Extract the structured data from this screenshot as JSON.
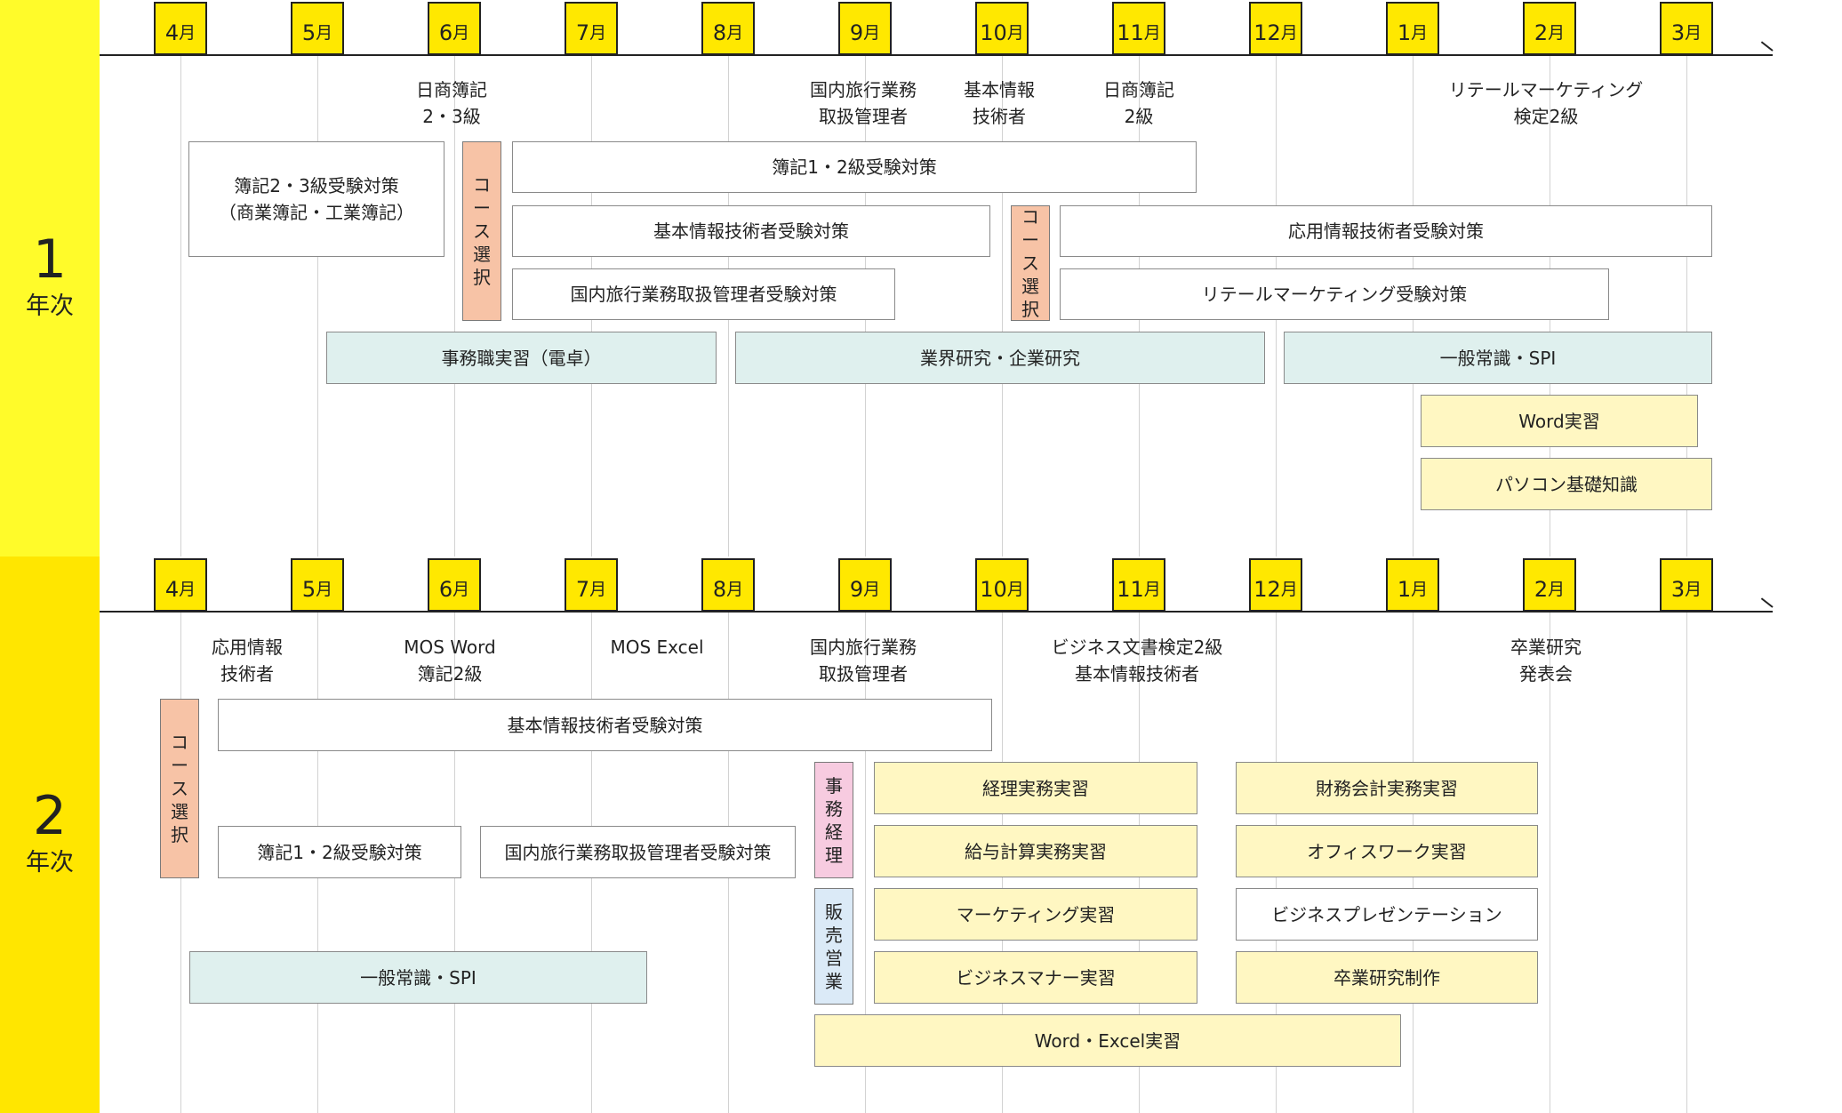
{
  "years": [
    {
      "number": "1",
      "label": "年次"
    },
    {
      "number": "2",
      "label": "年次"
    }
  ],
  "months": [
    {
      "num": "4",
      "suffix": "月"
    },
    {
      "num": "5",
      "suffix": "月"
    },
    {
      "num": "6",
      "suffix": "月"
    },
    {
      "num": "7",
      "suffix": "月"
    },
    {
      "num": "8",
      "suffix": "月"
    },
    {
      "num": "9",
      "suffix": "月"
    },
    {
      "num": "10",
      "suffix": "月"
    },
    {
      "num": "11",
      "suffix": "月"
    },
    {
      "num": "12",
      "suffix": "月"
    },
    {
      "num": "1",
      "suffix": "月"
    },
    {
      "num": "2",
      "suffix": "月"
    },
    {
      "num": "3",
      "suffix": "月"
    }
  ],
  "year1": {
    "exams": [
      [
        "日商簿記",
        "2・3級"
      ],
      [
        "国内旅行業務",
        "取扱管理者"
      ],
      [
        "基本情報",
        "技術者"
      ],
      [
        "日商簿記",
        "2級"
      ],
      [
        "リテールマーケティング",
        "検定2級"
      ]
    ],
    "bars": [
      [
        "簿記2・3級受験対策",
        "（商業簿記・工業簿記）"
      ],
      [
        "簿記1・2級受験対策"
      ],
      [
        "基本情報技術者受験対策"
      ],
      [
        "国内旅行業務取扱管理者受験対策"
      ],
      [
        "応用情報技術者受験対策"
      ],
      [
        "リテールマーケティング受験対策"
      ],
      [
        "事務職実習（電卓）"
      ],
      [
        "業界研究・企業研究"
      ],
      [
        "一般常識・SPI"
      ],
      [
        "Word実習"
      ],
      [
        "パソコン基礎知識"
      ]
    ],
    "vbars": [
      [
        "コ",
        "ー",
        "ス",
        "選",
        "択"
      ],
      [
        "コ",
        "ー",
        "ス",
        "選",
        "択"
      ]
    ]
  },
  "year2": {
    "exams": [
      [
        "応用情報",
        "技術者"
      ],
      [
        "MOS Word",
        "簿記2級"
      ],
      [
        "MOS Excel"
      ],
      [
        "国内旅行業務",
        "取扱管理者"
      ],
      [
        "ビジネス文書検定2級",
        "基本情報技術者"
      ],
      [
        "卒業研究",
        "発表会"
      ]
    ],
    "bars": [
      [
        "基本情報技術者受験対策"
      ],
      [
        "簿記1・2級受験対策"
      ],
      [
        "国内旅行業務取扱管理者受験対策"
      ],
      [
        "一般常識・SPI"
      ],
      [
        "経理実務実習"
      ],
      [
        "給与計算実務実習"
      ],
      [
        "マーケティング実習"
      ],
      [
        "ビジネスマナー実習"
      ],
      [
        "財務会計実務実習"
      ],
      [
        "オフィスワーク実習"
      ],
      [
        "ビジネスプレゼンテーション"
      ],
      [
        "卒業研究制作"
      ],
      [
        "Word・Excel実習"
      ]
    ],
    "vbars": [
      [
        "コ",
        "ー",
        "ス",
        "選",
        "択"
      ],
      [
        "事",
        "務",
        "経",
        "理"
      ],
      [
        "販",
        "売",
        "営",
        "業"
      ]
    ]
  }
}
